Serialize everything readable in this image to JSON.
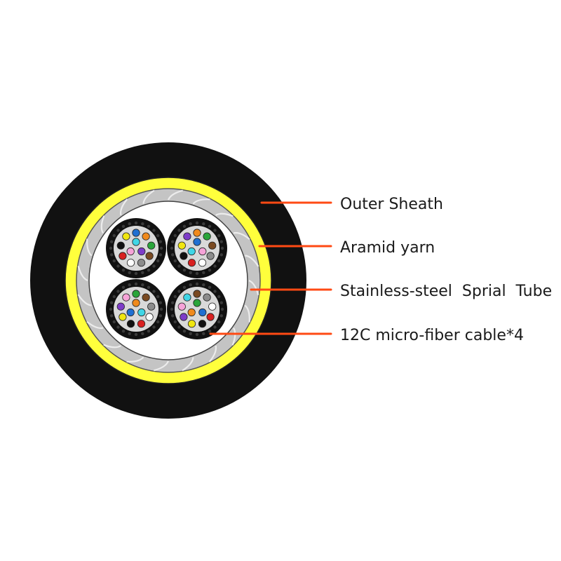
{
  "labels": {
    "outer_sheath": "Outer Sheath",
    "aramid_yarn": "Aramid yarn",
    "steel_tube": "Stainless-steel  Sprial  Tube",
    "micro_cable": "12C micro-fiber cable*4"
  },
  "colors": {
    "sheath": "#111111",
    "aramid": "#ffff3c",
    "steel": "#c4c4c4",
    "core": "#ffffff",
    "leader": "#ff4a14",
    "fibers": [
      "#1f6fd1",
      "#f08a1c",
      "#2aa53a",
      "#7a4a22",
      "#8c8c8c",
      "#ffffff",
      "#d82020",
      "#111111",
      "#f0e610",
      "#7d3cc8",
      "#f6a3d8",
      "#40d6e6"
    ]
  },
  "diagram": {
    "micro_cable_count": 4,
    "fibers_per_cable": 12
  }
}
